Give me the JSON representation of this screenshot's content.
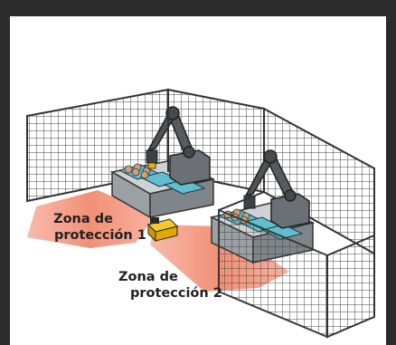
{
  "labels": {
    "zone1_line1": "Zona de",
    "zone1_line2": "protección 1",
    "zone2_line1": "Zona de",
    "zone2_line2": "protección 2"
  },
  "colors": {
    "zone_fill": "#f08a6e",
    "fence_stroke": "#3a3a3a",
    "robot_body": "#555b60",
    "tray_fill": "#5fbfcf",
    "scanner_body": "#f0b400"
  }
}
